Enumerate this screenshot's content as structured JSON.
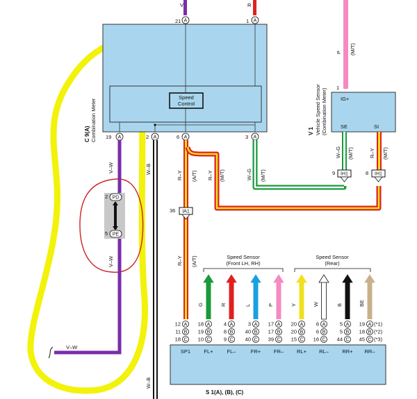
{
  "meter": {
    "name": "Combination Meter",
    "code": "C 9(A)",
    "speed_control": [
      "Speed",
      "Control"
    ],
    "pins": {
      "p21": "21",
      "p1": "1",
      "p19": "19",
      "p2": "2",
      "p6": "6",
      "p3": "3"
    },
    "pin_letter": "A"
  },
  "top_wires": {
    "v": "V",
    "r": "R"
  },
  "wires": {
    "vw_1": "V–W",
    "vw_2": "V–W",
    "vw_3": "V–W",
    "wb_1": "W–B",
    "wb_2": "W–B",
    "ry_1": "R–Y",
    "ry_at_1": "(A/T)",
    "ry_2": "R–Y",
    "ry_mt_1": "(M/T)",
    "wg_1": "W–G",
    "wg_mt_1": "(M/T)",
    "ry_3": "R–Y",
    "ry_at_2": "(A/T)",
    "p": "P",
    "p_mt": "(M/T)",
    "wg_2": "W–G",
    "wg_mt_2": "(M/T)",
    "ry_4": "R–Y",
    "ry_mt_2": "(M/T)"
  },
  "vss": {
    "name": "Vehicle Speed Sensor",
    "sub": "(Combination Meter)",
    "code": "V 1",
    "pin_ig": "1",
    "ig": "IG+",
    "se": "SE",
    "si": "SI",
    "pin_se": "9",
    "pin_si": "8",
    "conn": "IH1"
  },
  "ia1": {
    "pin": "36",
    "label": "IA1"
  },
  "pd_pe": {
    "pd_pin": "2",
    "pd": "PD",
    "pe_pin": "5",
    "pe": "PE"
  },
  "speed_sensor_front": [
    "Speed Sensor",
    "(Front LH,  RH)"
  ],
  "speed_sensor_rear": [
    "Speed Sensor",
    "(Rear)"
  ],
  "sensor_colors": [
    "G",
    "R",
    "L",
    "P",
    "Y",
    "W",
    "B",
    "BE"
  ],
  "sensor_fill": [
    "#1a9a3a",
    "#e02020",
    "#1aa0e0",
    "#f48ac0",
    "#f0e020",
    "#ffffff",
    "#111111",
    "#c8b08a"
  ],
  "abs": {
    "code": "S 1(A), (B), (C)",
    "terminals": [
      "SP1",
      "FL+",
      "FL–",
      "FR+",
      "FR–",
      "RL+",
      "RL–",
      "RR+",
      "RR–"
    ],
    "rows": [
      [
        "12",
        "18",
        "4",
        "3",
        "17",
        "20",
        "6",
        "5",
        "19"
      ],
      [
        "11",
        "19",
        "8",
        "40",
        "17",
        "20",
        "6",
        "5",
        "18"
      ],
      [
        "18",
        "10",
        "9",
        "40",
        "39",
        "15",
        "16",
        "44",
        "45"
      ]
    ],
    "row_letters": [
      "A",
      "B",
      "C"
    ],
    "notes": [
      "(*1)",
      "(*2)",
      "(*3)"
    ]
  }
}
